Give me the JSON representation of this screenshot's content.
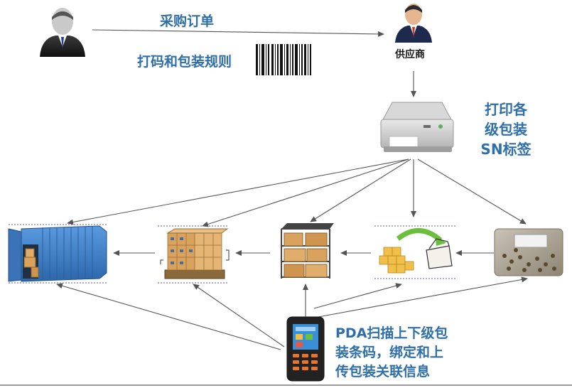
{
  "labels": {
    "purchase_order": "采购订单",
    "coding_rules": "打码和包装规则",
    "supplier": "供应商",
    "print_line1": "打印各",
    "print_line2": "级包装",
    "print_line3": "SN标签",
    "pda_line1": "PDA扫描上下级包",
    "pda_line2": "装条码，绑定和上",
    "pda_line3": "传包装关联信息"
  },
  "colors": {
    "label_blue": "#2f6fa7",
    "container_blue": "#3f7fc6",
    "box_brown": "#d9a35e",
    "box_yellow": "#f2c04a",
    "arrow_gray": "#555555"
  }
}
